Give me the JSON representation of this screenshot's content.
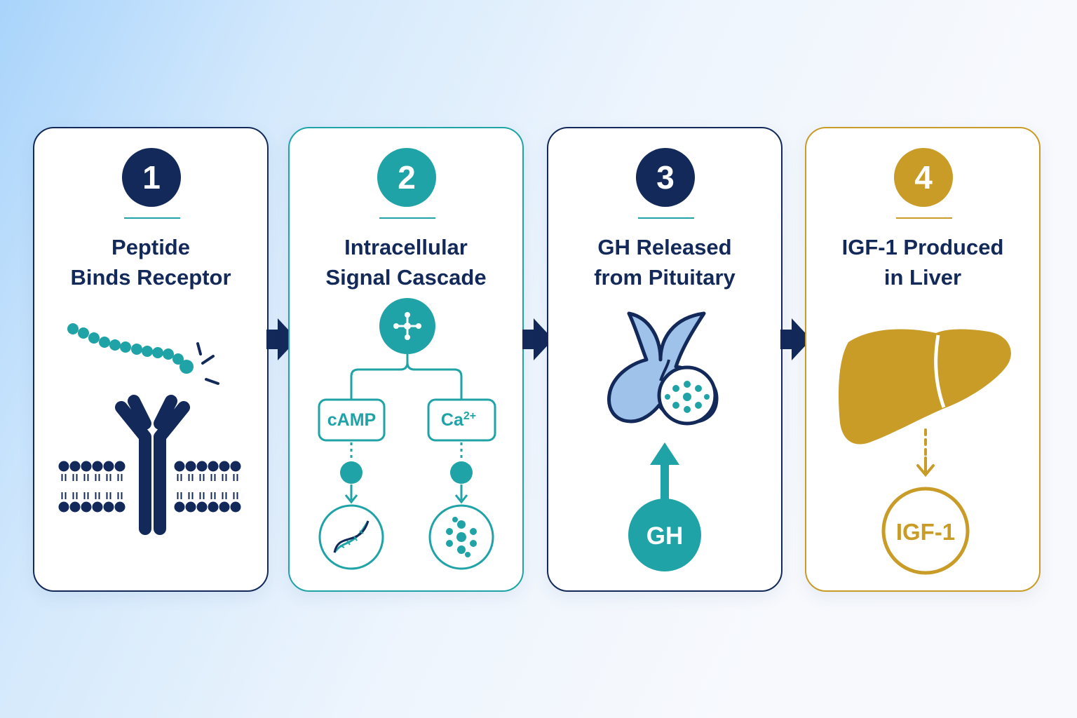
{
  "colors": {
    "navy": "#13295a",
    "teal": "#1fa3a7",
    "gold": "#c99b27",
    "light_blue": "#9ec2ea"
  },
  "steps": [
    {
      "number": "1",
      "title_line1": "Peptide",
      "title_line2": "Binds Receptor",
      "color": "#13295a",
      "icon": "peptide-receptor-membrane-icon"
    },
    {
      "number": "2",
      "title_line1": "Intracellular",
      "title_line2": "Signal Cascade",
      "color": "#1fa3a7",
      "icon": "signal-cascade-icon",
      "branches": {
        "left": "cAMP",
        "right": "Ca",
        "right_superscript": "2+"
      }
    },
    {
      "number": "3",
      "title_line1": "GH Released",
      "title_line2": "from Pituitary",
      "color": "#13295a",
      "icon": "pituitary-gland-icon",
      "hormone_label": "GH"
    },
    {
      "number": "4",
      "title_line1": "IGF-1 Produced",
      "title_line2": "in Liver",
      "color": "#c99b27",
      "icon": "liver-icon",
      "hormone_label": "IGF-1"
    }
  ],
  "connectors": [
    "arrow-right-icon",
    "arrow-right-icon",
    "arrow-right-icon"
  ]
}
